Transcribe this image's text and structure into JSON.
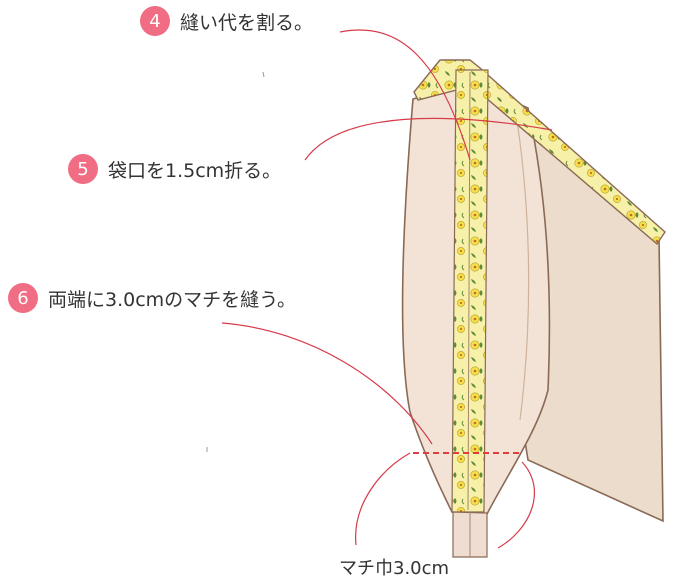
{
  "steps": [
    {
      "number": "4",
      "text": "縫い代を割る。"
    },
    {
      "number": "5",
      "text": "袋口を1.5cm折る。"
    },
    {
      "number": "6",
      "text": "両端に3.0cmのマチを縫う。"
    }
  ],
  "gusset_label": "マチ巾3.0cm",
  "colors": {
    "fabric": "#f3e3d6",
    "fabric_shade": "#e6d2c1",
    "outline": "#8a6a55",
    "print_base": "#f6f0a8",
    "flower_yellow": "#f4e04a",
    "leaf_green": "#5f8a3a",
    "accent_pink": "#f06d83",
    "callout_line": "#d63b4a",
    "stitch_line": "#e23c3c"
  }
}
